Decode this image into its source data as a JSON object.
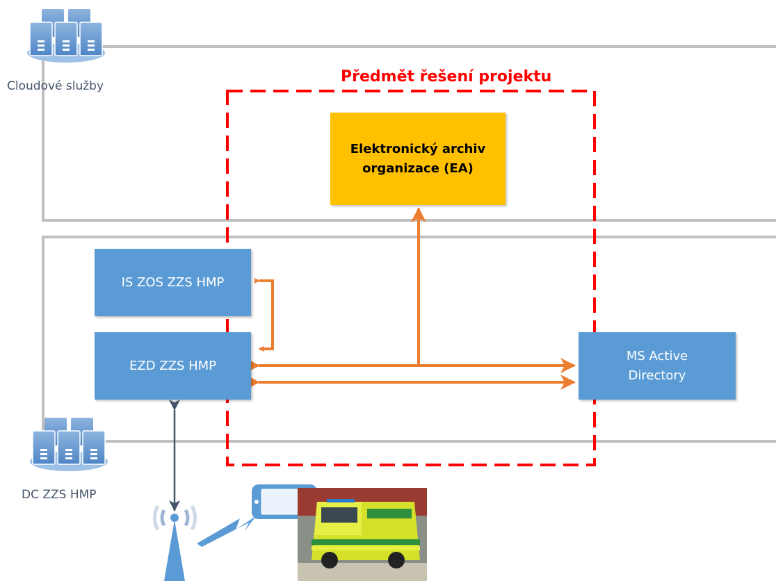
{
  "project_title": "Předmět řešení projektu",
  "zones": {
    "cloud": {
      "label": "Cloudové služby",
      "icon": "server-cluster-icon"
    },
    "dc": {
      "label": "DC ZZS HMP",
      "icon": "server-cluster-icon"
    }
  },
  "nodes": {
    "ea": "Elektronický archiv\norganizace (EA)",
    "is_zos": "IS ZOS ZZS HMP",
    "ezd": "EZD ZZS HMP",
    "ms_ad": "MS Active\nDirectory"
  },
  "icons": {
    "antenna": "antenna-icon",
    "tablet": "tablet-icon",
    "ambulance": "ambulance-photo"
  },
  "colors": {
    "zone_border": "#c0c0c0",
    "project_border": "#ff0000",
    "node_blue": "#5b9bd5",
    "node_gold": "#ffc000",
    "arrow_orange": "#ed7d31",
    "arrow_blue": "#44546a"
  }
}
